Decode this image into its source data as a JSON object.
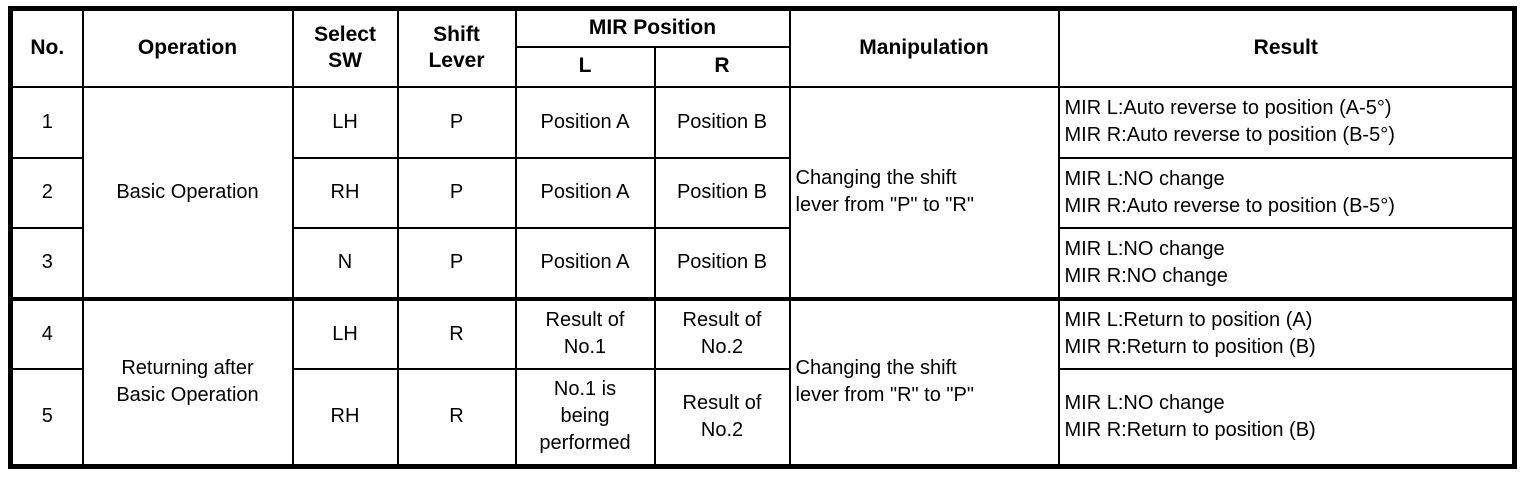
{
  "table": {
    "title_semantic": "MIR auto reverse operation table",
    "colors": {
      "border": "#000000",
      "background": "#ffffff",
      "text": "#000000"
    },
    "headers": {
      "no": "No.",
      "operation": "Operation",
      "select_sw": "Select\nSW",
      "shift_lever": "Shift\nLever",
      "mir_position": "MIR Position",
      "mir_l": "L",
      "mir_r": "R",
      "manipulation": "Manipulation",
      "result": "Result"
    },
    "groups": [
      {
        "operation": "Basic Operation",
        "manipulation": "Changing the shift\nlever from \"P\" to \"R\""
      },
      {
        "operation": "Returning after\nBasic Operation",
        "manipulation": "Changing the shift\nlever from \"R\" to \"P\""
      }
    ],
    "rows": [
      {
        "no": "1",
        "select_sw": "LH",
        "shift_lever": "P",
        "mir_l": "Position A",
        "mir_r": "Position B",
        "result": "MIR L:Auto reverse to position (A-5°)\nMIR R:Auto reverse to position (B-5°)"
      },
      {
        "no": "2",
        "select_sw": "RH",
        "shift_lever": "P",
        "mir_l": "Position A",
        "mir_r": "Position B",
        "result": "MIR L:NO change\nMIR R:Auto reverse to position (B-5°)"
      },
      {
        "no": "3",
        "select_sw": "N",
        "shift_lever": "P",
        "mir_l": "Position A",
        "mir_r": "Position B",
        "result": "MIR L:NO change\nMIR R:NO change"
      },
      {
        "no": "4",
        "select_sw": "LH",
        "shift_lever": "R",
        "mir_l": "Result of\nNo.1",
        "mir_r": "Result of\nNo.2",
        "result": "MIR L:Return to position (A)\nMIR R:Return to position (B)"
      },
      {
        "no": "5",
        "select_sw": "RH",
        "shift_lever": "R",
        "mir_l": "No.1 is\nbeing\nperformed",
        "mir_r": "Result of\nNo.2",
        "result": "MIR L:NO change\nMIR R:Return to position (B)"
      }
    ]
  }
}
